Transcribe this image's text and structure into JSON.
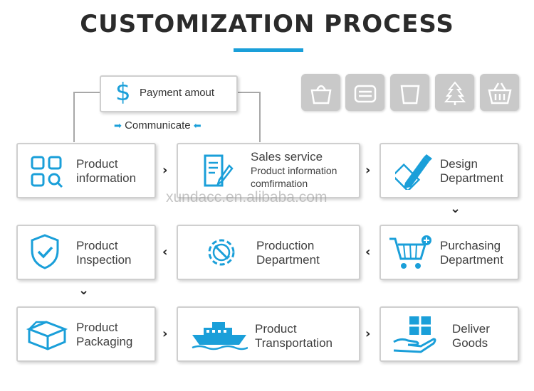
{
  "title": "CUSTOMIZATION PROCESS",
  "payment": {
    "symbol": "$",
    "label": "Payment amout"
  },
  "communicate": {
    "label": "Communicate",
    "left_mark": "➡",
    "right_mark": "⬅"
  },
  "watermark": "xundacc.en.alibaba.com",
  "accent_color": "#1a9fd9",
  "category_icons": [
    "handbag-icon",
    "pouch-icon",
    "bucket-icon",
    "tree-icon",
    "basket-icon"
  ],
  "steps": [
    {
      "id": "product-information",
      "line1": "Product",
      "line2": "information",
      "icon": "grid-search-icon"
    },
    {
      "id": "sales-service",
      "line1": "Sales service",
      "line2": "Product information",
      "line3": "comfirmation",
      "icon": "document-pen-icon"
    },
    {
      "id": "design-department",
      "line1": "Design",
      "line2": "Department",
      "icon": "pencil-ruler-icon"
    },
    {
      "id": "purchasing-department",
      "line1": "Purchasing",
      "line2": "Department",
      "icon": "cart-icon"
    },
    {
      "id": "production-department",
      "line1": "Production",
      "line2": "Department",
      "icon": "gear-wrench-icon"
    },
    {
      "id": "product-inspection",
      "line1": "Product",
      "line2": "Inspection",
      "icon": "shield-check-icon"
    },
    {
      "id": "product-packaging",
      "line1": "Product",
      "line2": "Packaging",
      "icon": "box-icon"
    },
    {
      "id": "product-transportation",
      "line1": "Product",
      "line2": "Transportation",
      "icon": "ship-icon"
    },
    {
      "id": "deliver-goods",
      "line1": "Deliver",
      "line2": "Goods",
      "icon": "hand-box-icon"
    }
  ],
  "arrows": {
    "right": "›",
    "left": "‹",
    "down": "⌄"
  }
}
